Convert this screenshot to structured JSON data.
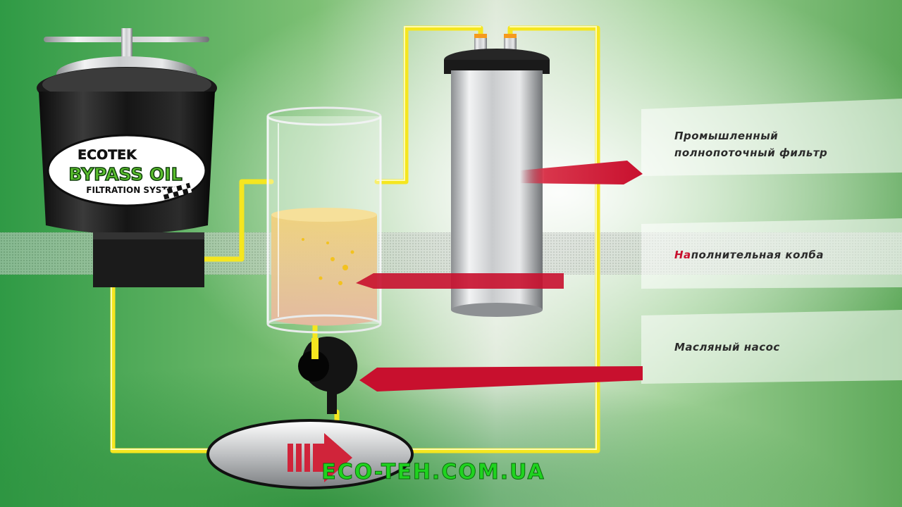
{
  "logo": {
    "brand": "ECOTEK",
    "product": "BYPASS OIL",
    "subtitle": "FILTRATION SYSTEM"
  },
  "labels": {
    "filter": {
      "line1": "Промышленный",
      "line2": "полнопоточный фильтр"
    },
    "flask": {
      "highlight": "На",
      "rest": "полнительная колба"
    },
    "pump": {
      "text": "Масляный насос"
    }
  },
  "watermark": "ECO-TEH.COM.UA",
  "colors": {
    "pipe": "#f5e61f",
    "pointer": "#c8102e",
    "highlight": "#c8102e",
    "label_text": "#2b2b2b",
    "watermark": "#1fd31f",
    "background": "#5fae5a"
  }
}
